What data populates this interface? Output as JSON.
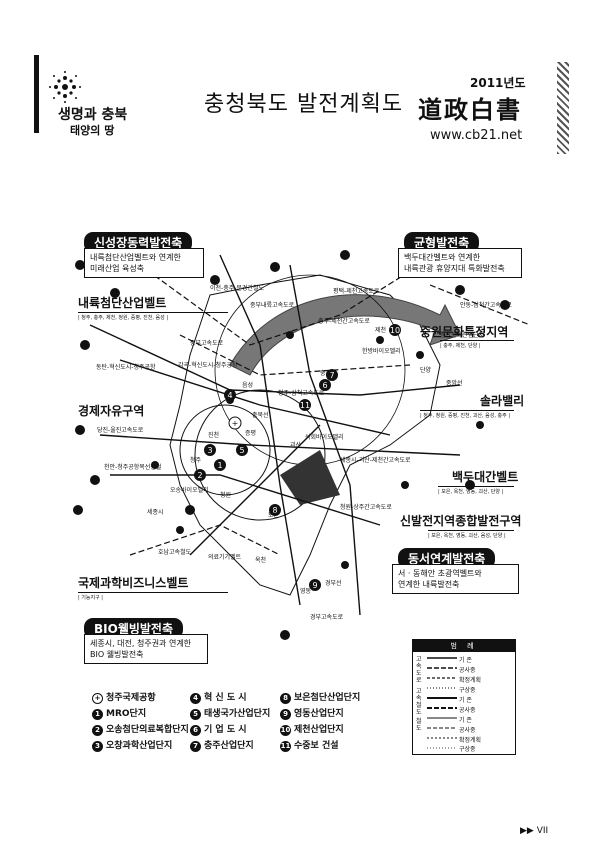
{
  "header": {
    "logo_line1": "생명과 충북",
    "logo_line2": "태양의 땅",
    "title": "충청북도 발전계획도",
    "year": "2011년도",
    "hanja": "道政白書",
    "url": "www.cb21.net"
  },
  "banners": [
    {
      "title": "신성장동력발전축",
      "desc": "내륙첨단산업벨트와 연계한\n미래산업 육성축"
    },
    {
      "title": "균형발전축",
      "desc": "백두대간벨트와 연계한\n내륙관광 휴양지대 특화발전축"
    },
    {
      "title": "동서연계발전축",
      "desc": "서 · 동해안 초광역벨트와\n연계한 내륙발전축"
    },
    {
      "title": "BIO웰빙발전축",
      "desc": "세종시, 대전, 청주권과 연계한\nBIO 웰빙발전축"
    }
  ],
  "zones": [
    {
      "title": "내륙첨단산업벨트",
      "sub": "| 청주, 충주, 제천, 청원, 증평, 진천, 음성 |"
    },
    {
      "title": "경제자유구역",
      "sub": ""
    },
    {
      "title": "국제과학비즈니스벨트",
      "sub": "| 기능지구 |"
    },
    {
      "title": "중원문화특정지역",
      "sub": "| 충주, 제천, 단양 |"
    },
    {
      "title": "솔라밸리",
      "sub": "| 청주, 청원, 증평, 진천, 괴산, 음성, 충주 |"
    },
    {
      "title": "백두대간벨트",
      "sub": "| 보은, 옥천, 영동, 괴산, 단양 |"
    },
    {
      "title": "신발전지역종합발전구역",
      "sub": "| 보은, 옥천, 영동, 괴산, 음성, 단양 |"
    }
  ],
  "map_labels": {
    "l1": "이천-충주-문경간철도",
    "l2": "중부내륙고속도로",
    "l3": "평택-제천고속도로",
    "l4": "중부고속도로",
    "l5": "동탄-혁신도시-청주공항",
    "l6": "감곡-혁신도시-청주공항",
    "l7": "청주-삼척고속도로",
    "l8": "당진-울진고속도로",
    "l9": "천안-청주공항복선전철",
    "l10": "세종시",
    "l11": "오송바이오밸리",
    "l12": "호남고속철도",
    "l13": "의료기기벨트",
    "l14": "경부고속도로",
    "l15": "경부선",
    "l16": "청원-상주간고속도로",
    "l17": "세종시-괴산-제천간고속도로",
    "l18": "석회바이오밸리",
    "l19": "한방바이오벨리",
    "l20": "충북선",
    "l21": "중앙선",
    "l22": "음성",
    "l23": "진천",
    "l24": "괴산",
    "l25": "청원",
    "l26": "제천",
    "l27": "단양",
    "l28": "충주",
    "l29": "증평",
    "l30": "청주",
    "l31": "보은",
    "l32": "옥천",
    "l33": "영동",
    "l34": "안동-삼척간고속도로",
    "l35": "충주-제천간고속도로",
    "l36": "첨단문화산업단지"
  },
  "legend_items": [
    {
      "n": "+",
      "text": "청주국제공항"
    },
    {
      "n": "4",
      "text": "혁 신 도 시"
    },
    {
      "n": "8",
      "text": "보은첨단산업단지"
    },
    {
      "n": "1",
      "text": "MRO단지"
    },
    {
      "n": "5",
      "text": "태생국가산업단지"
    },
    {
      "n": "9",
      "text": "영동산업단지"
    },
    {
      "n": "2",
      "text": "오송첨단의료복합단지"
    },
    {
      "n": "6",
      "text": "기 업 도 시"
    },
    {
      "n": "10",
      "text": "제천산업단지"
    },
    {
      "n": "3",
      "text": "오창과학산업단지"
    },
    {
      "n": "7",
      "text": "충주산업단지"
    },
    {
      "n": "11",
      "text": "수중보 건설"
    }
  ],
  "legend": {
    "title": "범 례",
    "cat1": "고속도로",
    "cat2": "고속철도",
    "cat3": "철 도",
    "rows": [
      "기 존",
      "공사중",
      "확정계획",
      "구상중",
      "기 존",
      "공사중",
      "기 존",
      "공사중",
      "확정계획",
      "구상중"
    ]
  },
  "footer": {
    "page": "▶▶  VII"
  }
}
